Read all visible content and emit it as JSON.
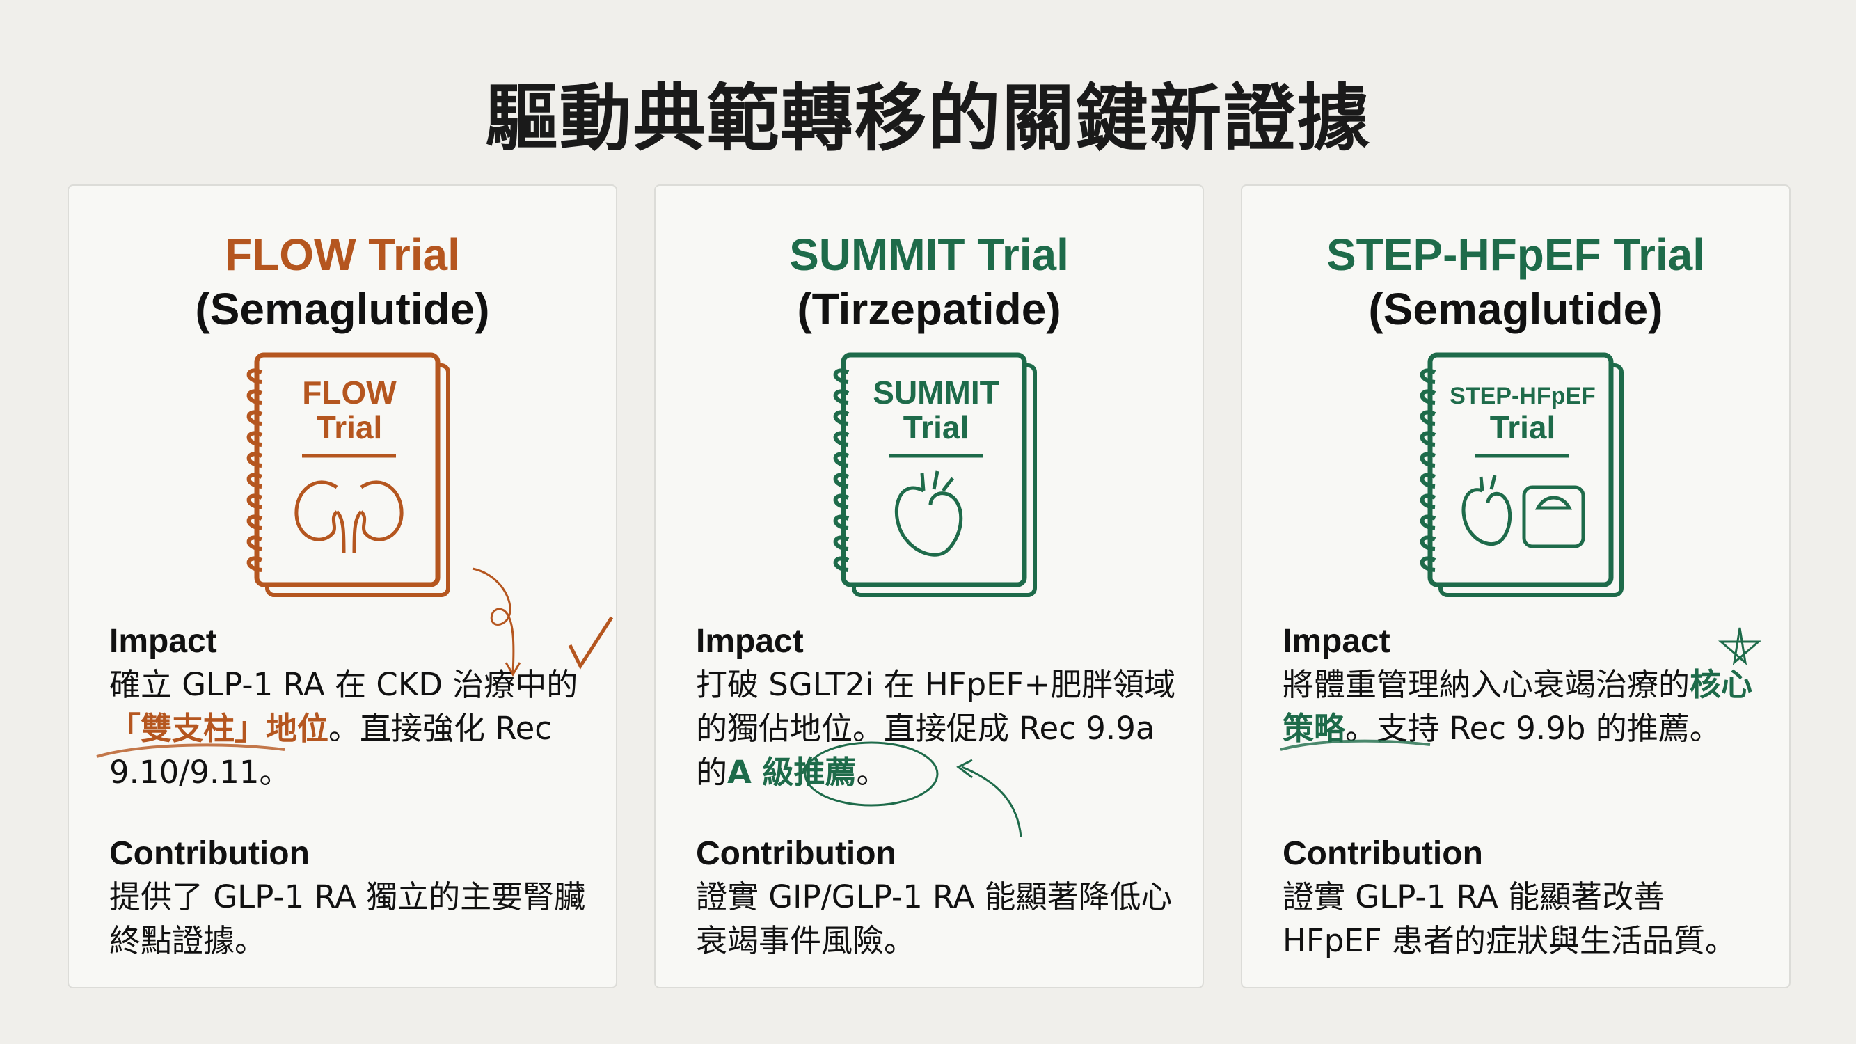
{
  "title": "驅動典範轉移的關鍵新證據",
  "colors": {
    "orange": "#b5561f",
    "green": "#1e6b4a",
    "background": "#f0efeb"
  },
  "cards": [
    {
      "title": "FLOW Trial",
      "drug": "(Semaglutide)",
      "notebook_line1": "FLOW",
      "notebook_line2": "Trial",
      "icon": "kidney-icon",
      "impact_label": "Impact",
      "impact_pre": "確立 GLP-1 RA 在 CKD 治療中的",
      "impact_highlight": "「雙支柱」地位",
      "impact_post": "。直接強化 Rec 9.10/9.11。",
      "contribution_label": "Contribution",
      "contribution": "提供了 GLP-1 RA 獨立的主要腎臟終點證據。"
    },
    {
      "title": "SUMMIT Trial",
      "drug": "(Tirzepatide)",
      "notebook_line1": "SUMMIT",
      "notebook_line2": "Trial",
      "icon": "heart-icon",
      "impact_label": "Impact",
      "impact_pre": "打破 SGLT2i 在 HFpEF+肥胖領域的獨佔地位。直接促成 Rec 9.9a 的",
      "impact_highlight": "A 級推薦",
      "impact_post": "。",
      "contribution_label": "Contribution",
      "contribution": "證實 GIP/GLP-1 RA 能顯著降低心衰竭事件風險。"
    },
    {
      "title": "STEP-HFpEF Trial",
      "drug": "(Semaglutide)",
      "notebook_line1": "STEP-HFpEF",
      "notebook_line2": "Trial",
      "icon": "heart-scale-icon",
      "impact_label": "Impact",
      "impact_pre": "將體重管理納入心衰竭治療的",
      "impact_highlight": "核心策略",
      "impact_post": "。支持 Rec 9.9b 的推薦。",
      "contribution_label": "Contribution",
      "contribution": "證實 GLP-1 RA 能顯著改善 HFpEF 患者的症狀與生活品質。"
    }
  ]
}
